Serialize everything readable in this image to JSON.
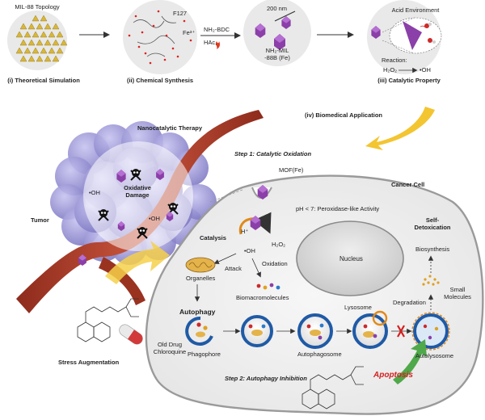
{
  "top_panels": {
    "theoretical": {
      "title": "MIL-88 Topology",
      "caption": "(i) Theoretical Simulation"
    },
    "synthesis": {
      "f127": "F127",
      "fe3": "Fe³⁺",
      "reagent1": "NH₂-BDC",
      "reagent2": "HAc,",
      "size": "200 nm",
      "product1": "NH₂-MIL",
      "product2": "-88B (Fe)",
      "caption": "(ii) Chemical Synthesis"
    },
    "catalytic": {
      "title": "Acid Environment",
      "reaction_label": "Reaction:",
      "reaction_left": "H₂O₂",
      "reaction_right": "•OH",
      "caption": "(iii) Catalytic Property"
    }
  },
  "biomedical_label": "(iv) Biomedical Application",
  "left": {
    "therapy_title": "Nanocatalytic Therapy",
    "oxidative_damage": "Oxidative\nDamage",
    "oh_left": "•OH",
    "oh_right": "•OH",
    "tumor": "Tumor",
    "stress": "Stress Augmentation",
    "old_drug": "Old Drug\nChloroquine"
  },
  "cell": {
    "step1": "Step 1: Catalytic Oxidation",
    "mof": "MOF(Fe)",
    "cancer_cell": "Cancer Cell",
    "ph_note": "pH < 7: Peroxidase-like Activity",
    "catalysis": "Catalysis",
    "h_plus": "H⁺",
    "h2o2": "H₂O₂",
    "oh": "•OH",
    "attack": "Attack",
    "oxidation": "Oxidation",
    "organelles": "Organelles",
    "biomacro": "Biomacromolecules",
    "autophagy": "Autophagy",
    "phagophore": "Phagophore",
    "autophagosome": "Autophagosome",
    "lysosome": "Lysosome",
    "autolysosome": "Autolysosome",
    "nucleus": "Nucleus",
    "self_detox": "Self-\nDetoxication",
    "biosynthesis": "Biosynthesis",
    "degradation": "Degradation",
    "small_molecules": "Small\nMolecules",
    "step2": "Step 2: Autophagy Inhibition",
    "apoptosis": "Apoptosis"
  },
  "colors": {
    "mof_purple": "#8b3fa8",
    "vessel_red": "#a63a28",
    "tumor_lilac": "#9a96d8",
    "apoptosis_red": "#d42020",
    "arrow_yellow": "#f3c531",
    "arrow_green": "#4fa84a"
  }
}
